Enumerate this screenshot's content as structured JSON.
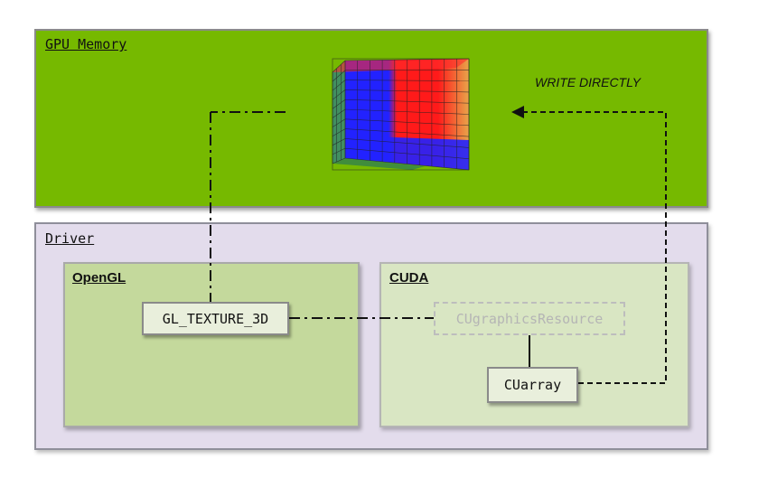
{
  "containers": {
    "gpu_memory": "GPU Memory",
    "driver": "Driver",
    "opengl": "OpenGL",
    "cuda": "CUDA"
  },
  "nodes": {
    "gl_texture": "GL_TEXTURE_3D",
    "cugraphics_resource": "CUgraphicsResource",
    "cuarray": "CUarray"
  },
  "annotations": {
    "write_directly": "WRITE DIRECTLY"
  },
  "colors": {
    "gpu_memory_bg": "#76b900",
    "driver_bg": "#e3dcec",
    "opengl_bg": "#c4d99c",
    "cuda_bg": "#d9e6c3",
    "cube_red": "#ff1a1a",
    "cube_blue": "#1a1aff"
  },
  "icons": {
    "volume": "3d-grid-cube-icon"
  }
}
